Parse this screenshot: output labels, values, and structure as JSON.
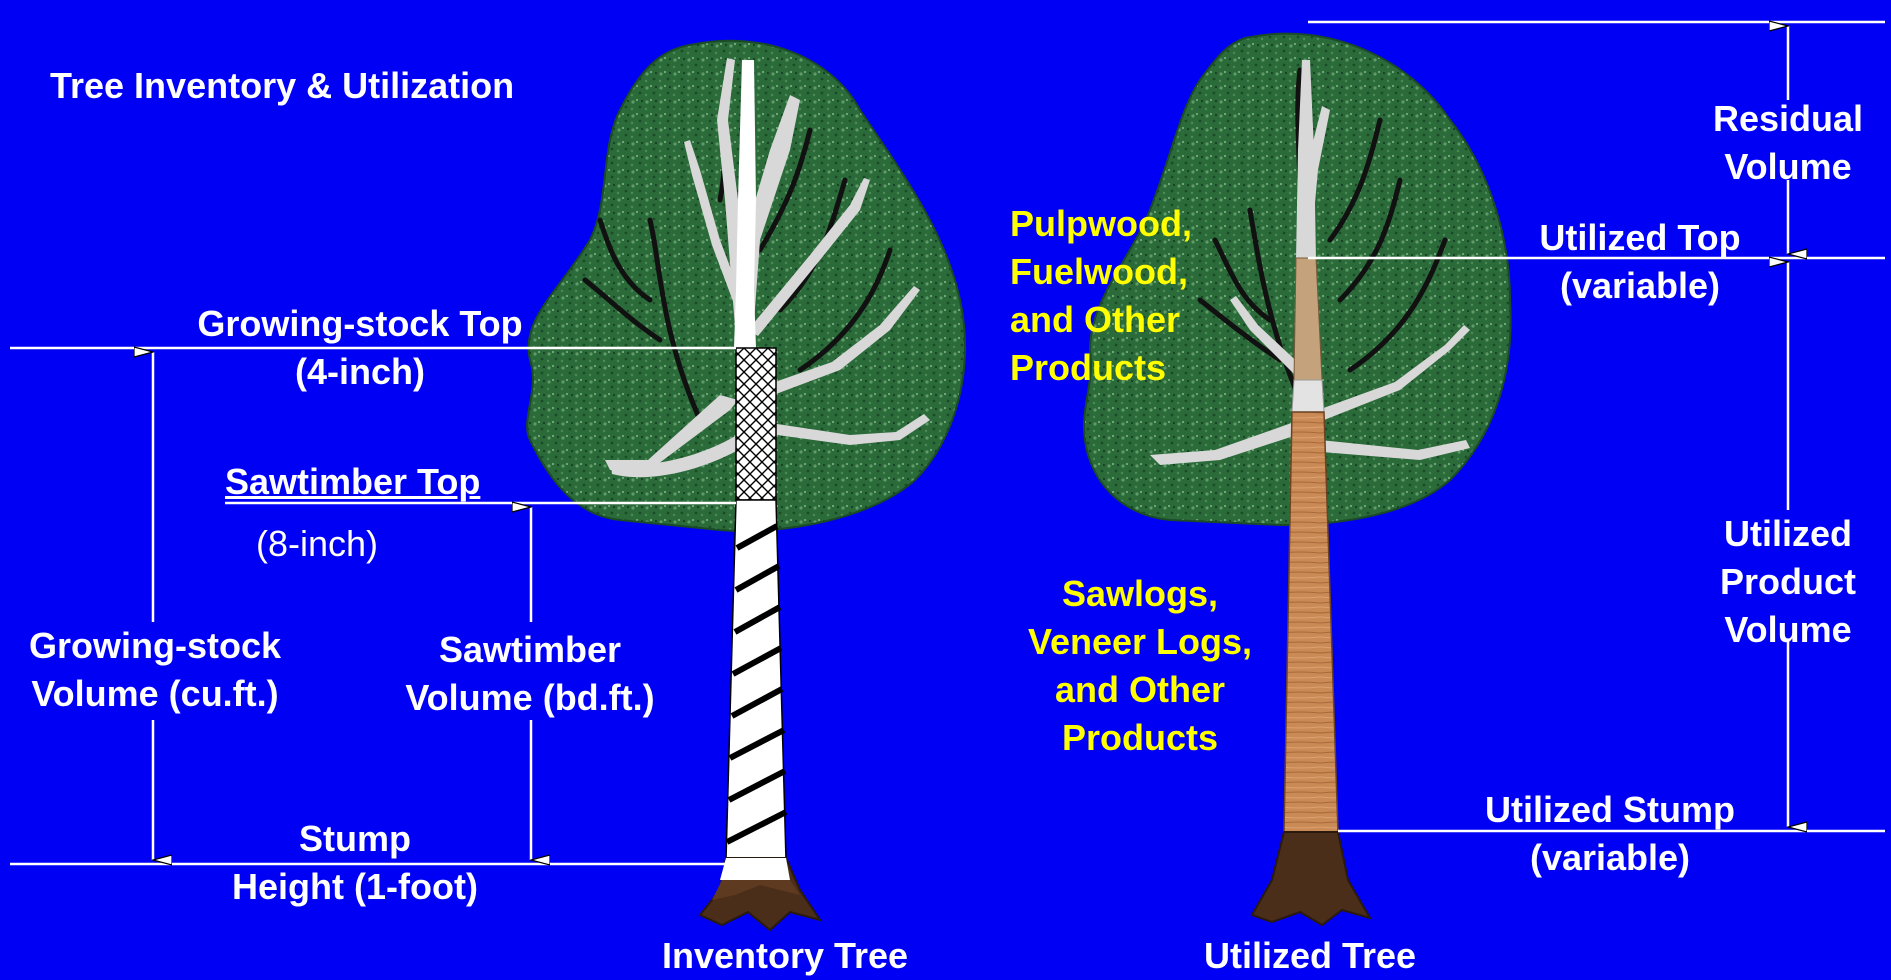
{
  "title": "Tree Inventory & Utilization",
  "colors": {
    "background": "#0000F4",
    "foliage": "#2B6B3A",
    "foliage_dark": "#1A4A27",
    "inventory_branches": "#D8D8D8",
    "utilized_wood": "#C98A55",
    "stump": "#4A2E1A",
    "highlight_text": "#FFFF00"
  },
  "inventory_tree": {
    "caption": "Inventory Tree",
    "growing_stock_top": {
      "label": "Growing-stock Top",
      "sub": "(4-inch)"
    },
    "sawtimber_top": {
      "label": "Sawtimber Top",
      "sub": "(8-inch)"
    },
    "growing_stock_volume": {
      "line1": "Growing-stock",
      "line2": "Volume (cu.ft.)"
    },
    "sawtimber_volume": {
      "line1": "Sawtimber",
      "line2": "Volume (bd.ft.)"
    },
    "stump_height": {
      "line1": "Stump",
      "line2": "Height (1-foot)"
    }
  },
  "utilized_tree": {
    "caption": "Utilized Tree",
    "residual_volume": {
      "line1": "Residual",
      "line2": "Volume"
    },
    "utilized_top": {
      "label": "Utilized Top",
      "sub": "(variable)"
    },
    "utilized_product_volume": {
      "line1": "Utilized",
      "line2": "Product",
      "line3": "Volume"
    },
    "utilized_stump": {
      "label": "Utilized Stump",
      "sub": "(variable)"
    },
    "pulpwood": {
      "line1": "Pulpwood,",
      "line2": "Fuelwood,",
      "line3": "and Other",
      "line4": "Products"
    },
    "sawlogs": {
      "line1": "Sawlogs,",
      "line2": "Veneer Logs,",
      "line3": "and Other",
      "line4": "Products"
    }
  }
}
